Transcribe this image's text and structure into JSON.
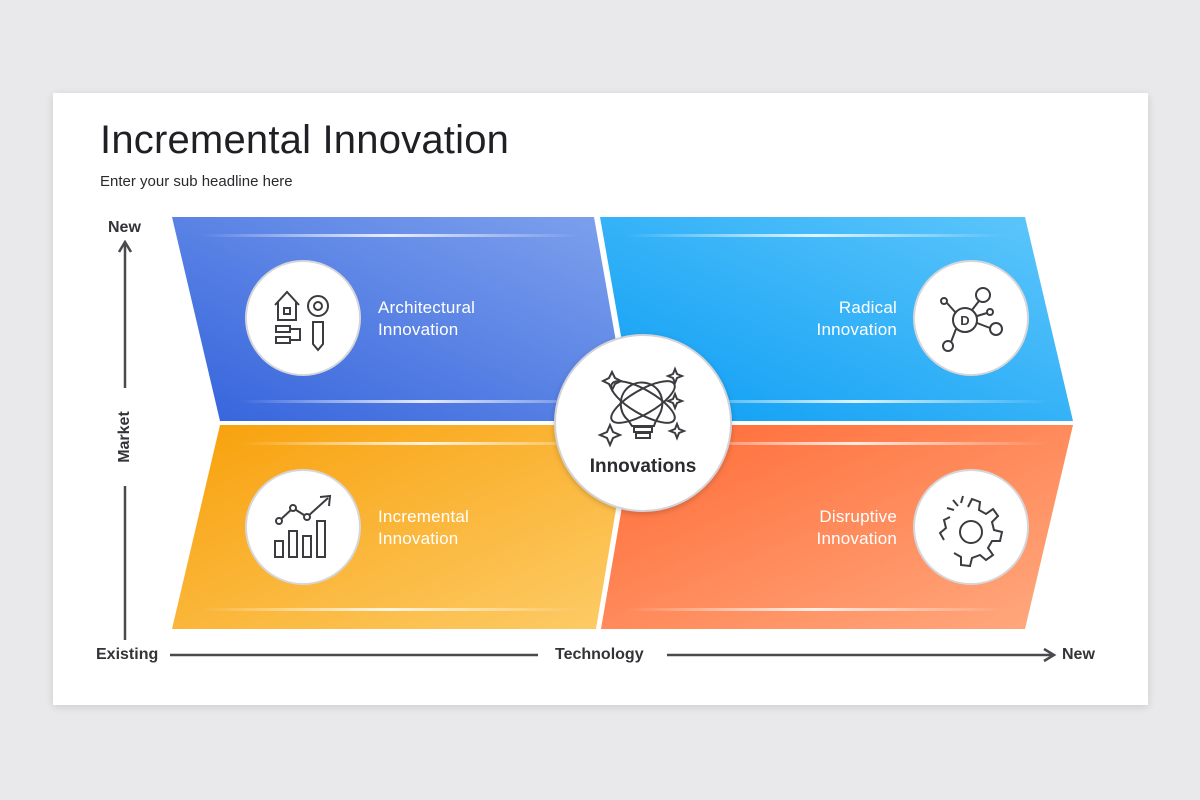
{
  "header": {
    "title": "Incremental Innovation",
    "subtitle": "Enter your sub headline here"
  },
  "axes": {
    "y_top": "New",
    "y_label": "Market",
    "x_left": "Existing",
    "x_label": "Technology",
    "x_right": "New"
  },
  "center": {
    "label": "Innovations",
    "icon": "lightbulb-orbit-icon"
  },
  "quadrants": {
    "top_left": {
      "line1": "Architectural",
      "line2": "Innovation",
      "icon": "building-gear-icon",
      "color_from": "#3b6fe0",
      "color_to": "#7ea0ec"
    },
    "top_right": {
      "line1": "Radical",
      "line2": "Innovation",
      "icon": "network-node-icon",
      "color_from": "#10a3f5",
      "color_to": "#5cc6fb"
    },
    "bottom_left": {
      "line1": "Incremental",
      "line2": "Innovation",
      "icon": "growth-chart-icon",
      "color_from": "#f9a40f",
      "color_to": "#fdcb65"
    },
    "bottom_right": {
      "line1": "Disruptive",
      "line2": "Innovation",
      "icon": "broken-gear-icon",
      "color_from": "#ff6f3a",
      "color_to": "#ffa77c"
    }
  }
}
